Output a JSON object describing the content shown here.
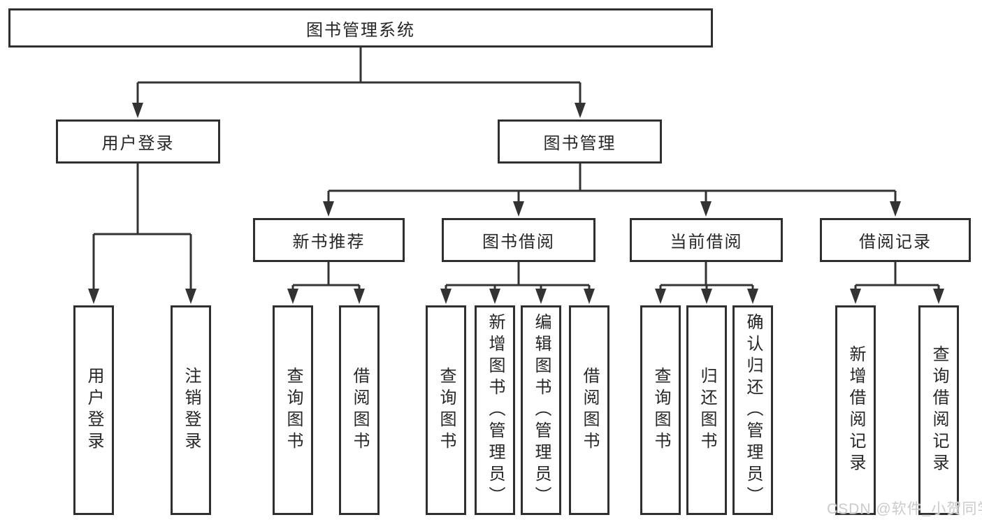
{
  "root": {
    "label": "图书管理系统"
  },
  "level2": [
    {
      "label": "用户登录"
    },
    {
      "label": "图书管理"
    }
  ],
  "level3": [
    {
      "label": "新书推荐"
    },
    {
      "label": "图书借阅"
    },
    {
      "label": "当前借阅"
    },
    {
      "label": "借阅记录"
    }
  ],
  "leaves": {
    "user_login": [
      "用户登录",
      "注销登录"
    ],
    "new_book_recommend": [
      "查询图书",
      "借阅图书"
    ],
    "book_borrow": [
      "查询图书",
      "新增图书（管理员）",
      "编辑图书（管理员）",
      "借阅图书"
    ],
    "current_borrow": [
      "查询图书",
      "归还图书",
      "确认归还（管理员）"
    ],
    "borrow_record": [
      "新增借阅记录",
      "查询借阅记录"
    ]
  },
  "watermark": {
    "text": "CSDN @软件_小贺同学"
  },
  "colors": {
    "background": "#ffffff",
    "line": "#333333",
    "border": "#2f2f2f",
    "text": "#262626",
    "watermark": "#cbcbcb"
  }
}
